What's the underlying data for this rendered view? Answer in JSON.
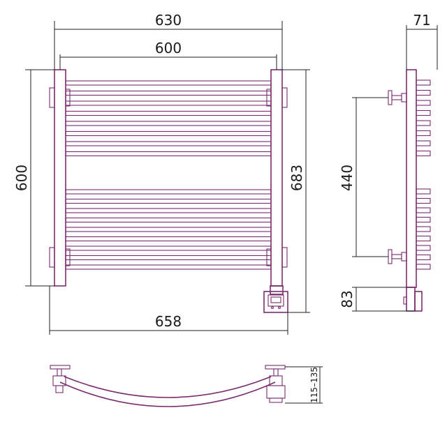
{
  "dimensions": {
    "width_outer": "630",
    "width_inner": "600",
    "height_left": "600",
    "height_right": "683",
    "width_bottom": "658",
    "depth": "71",
    "mount_spacing": "440",
    "heater_height": "83",
    "wall_offset": "115–135"
  },
  "rails": {
    "upper_group_count": 8,
    "lower_group_count": 9
  },
  "colors": {
    "outline": "#7a2c6e",
    "dimension_line": "#222222",
    "text": "#1a1a1a",
    "background": "#ffffff"
  }
}
